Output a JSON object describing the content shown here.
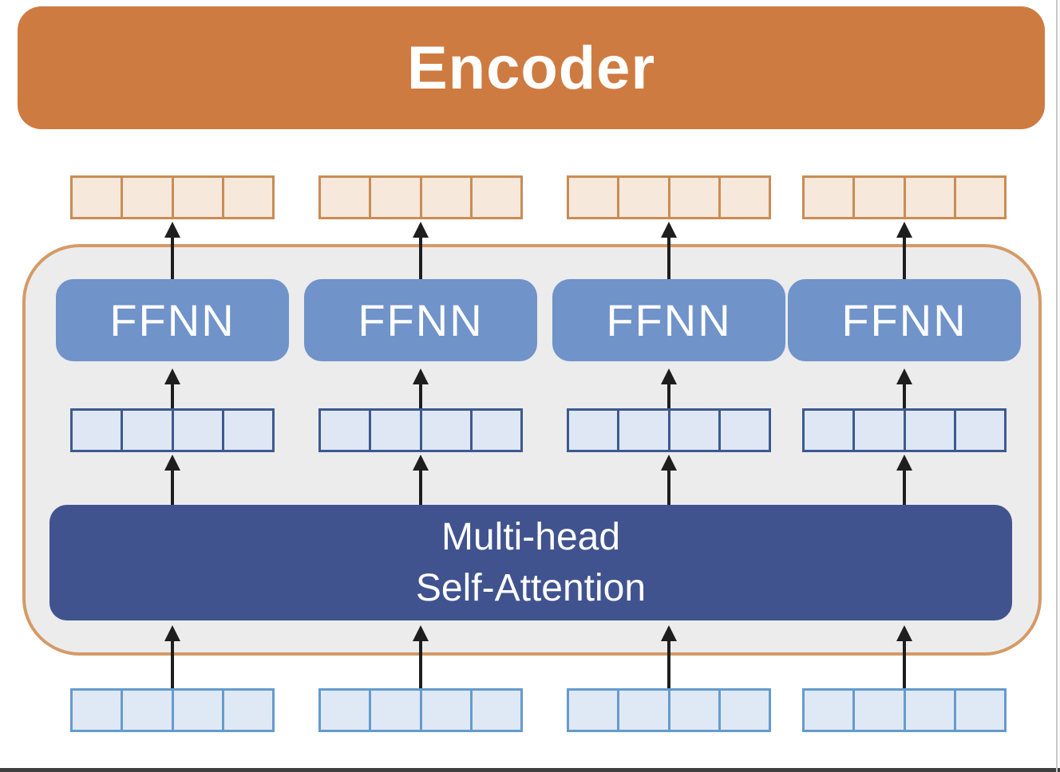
{
  "diagram": {
    "title": "Encoder",
    "attention_block": {
      "line1": "Multi-head",
      "line2": "Self-Attention"
    },
    "ffnn_blocks": [
      {
        "label": "FFNN"
      },
      {
        "label": "FFNN"
      },
      {
        "label": "FFNN"
      },
      {
        "label": "FFNN"
      }
    ],
    "columns": 4,
    "cells_per_vector": 4,
    "vector_rows": [
      {
        "name": "encoder-output-vectors",
        "groups": 4,
        "style": "orange"
      },
      {
        "name": "ffnn-input-vectors",
        "groups": 4,
        "style": "navy"
      },
      {
        "name": "input-embedding-vectors",
        "groups": 4,
        "style": "blue"
      }
    ],
    "colors": {
      "banner_orange": "#CE7B41",
      "container_fill": "#ECECED",
      "container_border": "#D59A66",
      "ffnn_blue": "#7093C9",
      "attention_navy": "#41538F",
      "output_cell_fill": "#F6E8DA",
      "output_cell_border": "#C98C55",
      "hidden_cell_fill": "#DEE7F3",
      "hidden_cell_border": "#3D5A8F",
      "input_cell_fill": "#DFE9F6",
      "input_cell_border": "#659BCE",
      "arrow_black": "#1E1E1E",
      "edge_bottom": "#3F3F3F",
      "edge_right": "#C9C9C9"
    }
  }
}
